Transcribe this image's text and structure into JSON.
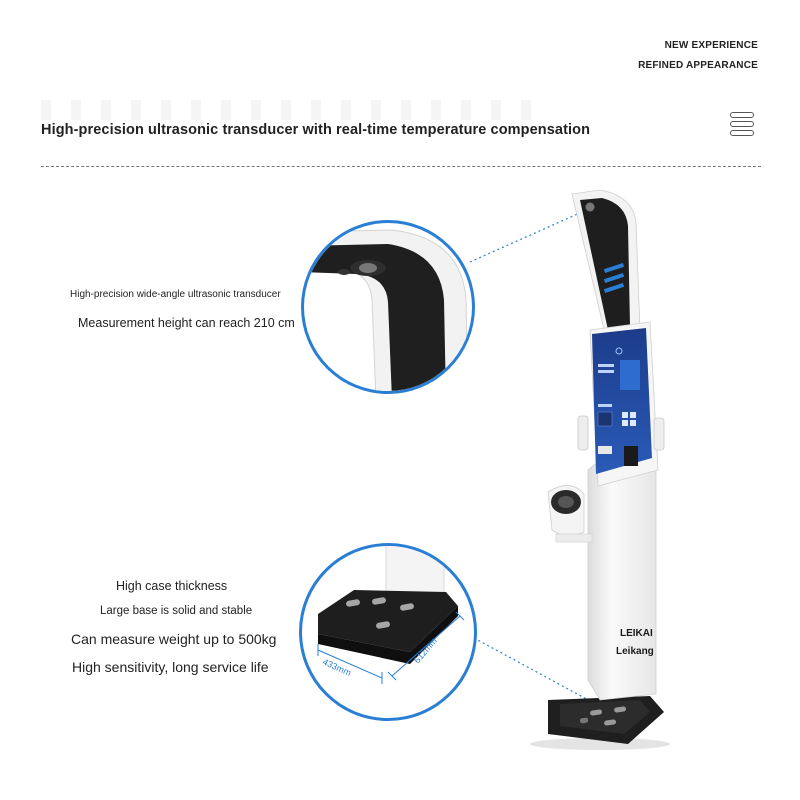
{
  "header": {
    "lines": [
      "NEW EXPERIENCE",
      "REFINED APPEARANCE"
    ],
    "headline": "High-precision ultrasonic transducer with real-time temperature compensation"
  },
  "features_top": {
    "line1": "High-precision wide-angle ultrasonic transducer",
    "line2": "Measurement height can reach 210 cm"
  },
  "features_bottom": {
    "line1": "High case thickness",
    "line2": "Large base is solid and stable",
    "line3": "Can measure weight up to 500kg",
    "line4": "High sensitivity, long service life"
  },
  "base_dims": {
    "width": "433mm",
    "depth": "612mm"
  },
  "brand": {
    "name1": "LEIKAI",
    "name2": "Leikang"
  },
  "icons": [
    "menu-icon"
  ],
  "colors": {
    "accent": "#2a7fd4",
    "screen": "#1f3f8f",
    "device_body": "#f2f2f2",
    "device_dark": "#1c1c1c"
  }
}
